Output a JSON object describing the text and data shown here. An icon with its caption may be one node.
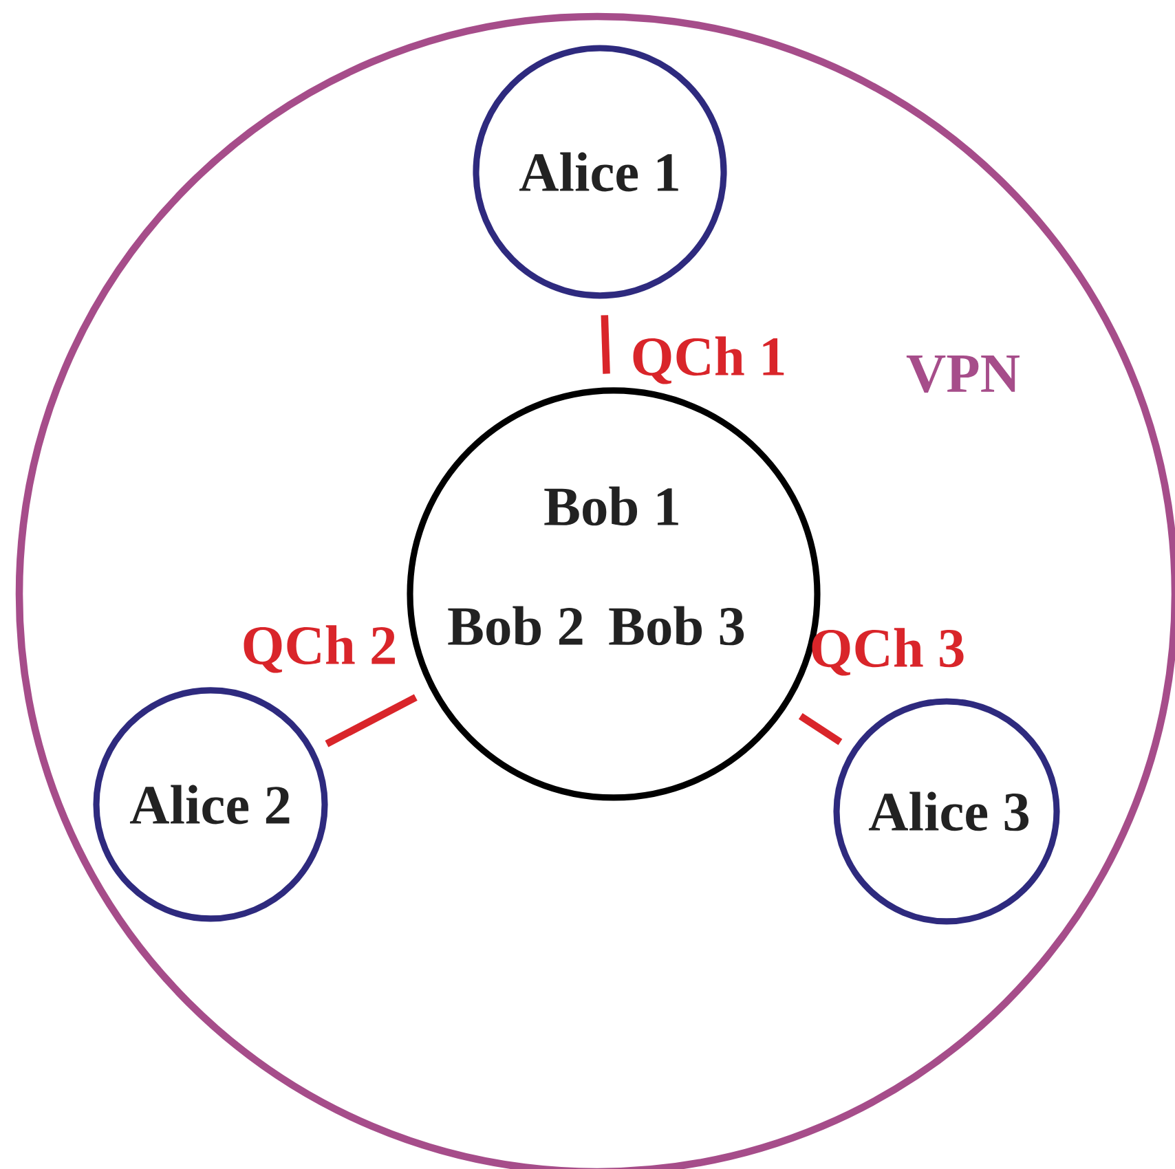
{
  "diagram": {
    "nodes": [
      {
        "text": [
          "VPN"
        ]
      },
      {
        "text": [
          "Alice 1"
        ],
        "in": 0
      },
      {
        "text": [
          "Bob 1",
          "Bob 2",
          "Bob 3"
        ],
        "in": 0
      },
      {
        "text": [
          "Alice 2"
        ],
        "in": 0
      },
      {
        "text": [
          "Alice 3"
        ],
        "in": 0
      }
    ],
    "edges": [
      {
        "from": 1,
        "to": 2,
        "arrow": "none",
        "label": "QCh 1"
      },
      {
        "from": 2,
        "to": 3,
        "arrow": "none",
        "label": "QCh 2"
      },
      {
        "from": 2,
        "to": 4,
        "arrow": "none",
        "label": "QCh 3"
      }
    ]
  }
}
